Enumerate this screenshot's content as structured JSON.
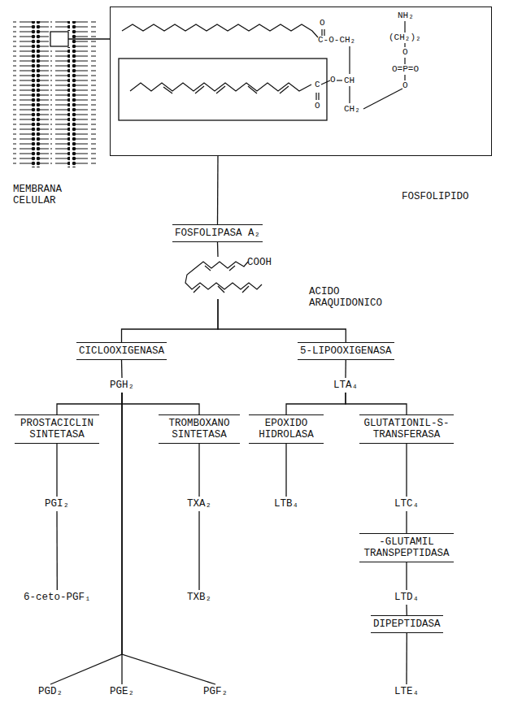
{
  "diagram": {
    "nodes": [
      {
        "text": [
          "FOSFOLIPIDO"
        ]
      },
      {
        "text": [
          "FOSFOLIPASA A₂"
        ]
      },
      {
        "text": [
          "COOH",
          "ACIDO ARAQUIDONICO"
        ]
      },
      {
        "text": [
          "CICLOOXIGENASA"
        ]
      },
      {
        "text": [
          "5-LIPOOXIGENASA"
        ]
      },
      {
        "text": [
          "PGH₂"
        ]
      },
      {
        "text": [
          "LTA₄"
        ]
      },
      {
        "text": [
          "PROSTACICLIN SINTETASA"
        ]
      },
      {
        "text": [
          "TROMBOXANO SINTETASA"
        ]
      },
      {
        "text": [
          "EPOXIDO HIDROLASA"
        ]
      },
      {
        "text": [
          "GLUTATIONIL-S-TRANSFERASA"
        ]
      },
      {
        "text": [
          "PGI₂"
        ]
      },
      {
        "text": [
          "TXA₂"
        ]
      },
      {
        "text": [
          "LTB₄"
        ]
      },
      {
        "text": [
          "LTC₄"
        ]
      },
      {
        "text": [
          "-GLUTAMIL TRANSPEPTIDASA"
        ]
      },
      {
        "text": [
          "6-ceto-PGF₁"
        ]
      },
      {
        "text": [
          "TXB₂"
        ]
      },
      {
        "text": [
          "LTD₄"
        ]
      },
      {
        "text": [
          "DIPEPTIDASA"
        ]
      },
      {
        "text": [
          "PGD₂"
        ]
      },
      {
        "text": [
          "PGE₂"
        ]
      },
      {
        "text": [
          "PGF₂"
        ]
      },
      {
        "text": [
          "LTE₄"
        ]
      }
    ],
    "edges": [
      {
        "from": 0,
        "to": 1,
        "arrow": "none"
      },
      {
        "from": 1,
        "to": 2,
        "arrow": "none"
      },
      {
        "from": 2,
        "to": 3,
        "arrow": "none"
      },
      {
        "from": 2,
        "to": 4,
        "arrow": "none"
      },
      {
        "from": 3,
        "to": 5,
        "arrow": "none"
      },
      {
        "from": 4,
        "to": 6,
        "arrow": "none"
      },
      {
        "from": 5,
        "to": 7,
        "arrow": "none"
      },
      {
        "from": 5,
        "to": 8,
        "arrow": "none"
      },
      {
        "from": 5,
        "to": 20,
        "arrow": "none"
      },
      {
        "from": 5,
        "to": 21,
        "arrow": "none"
      },
      {
        "from": 5,
        "to": 22,
        "arrow": "none"
      },
      {
        "from": 6,
        "to": 9,
        "arrow": "none"
      },
      {
        "from": 6,
        "to": 10,
        "arrow": "none"
      },
      {
        "from": 7,
        "to": 11,
        "arrow": "none"
      },
      {
        "from": 8,
        "to": 12,
        "arrow": "none"
      },
      {
        "from": 9,
        "to": 13,
        "arrow": "none"
      },
      {
        "from": 10,
        "to": 14,
        "arrow": "none"
      },
      {
        "from": 11,
        "to": 16,
        "arrow": "none"
      },
      {
        "from": 12,
        "to": 17,
        "arrow": "none"
      },
      {
        "from": 14,
        "to": 15,
        "arrow": "none"
      },
      {
        "from": 15,
        "to": 18,
        "arrow": "none"
      },
      {
        "from": 18,
        "to": 19,
        "arrow": "none"
      },
      {
        "from": 19,
        "to": 23,
        "arrow": "none"
      }
    ],
    "labels": [
      "MEMBRANA CELULAR",
      "O",
      "C-O-CH₂",
      "CH",
      "O",
      "C",
      "O",
      "CH₂",
      "NH₂",
      "(CH₂)₂",
      "O",
      "O=P=O",
      "O"
    ]
  }
}
